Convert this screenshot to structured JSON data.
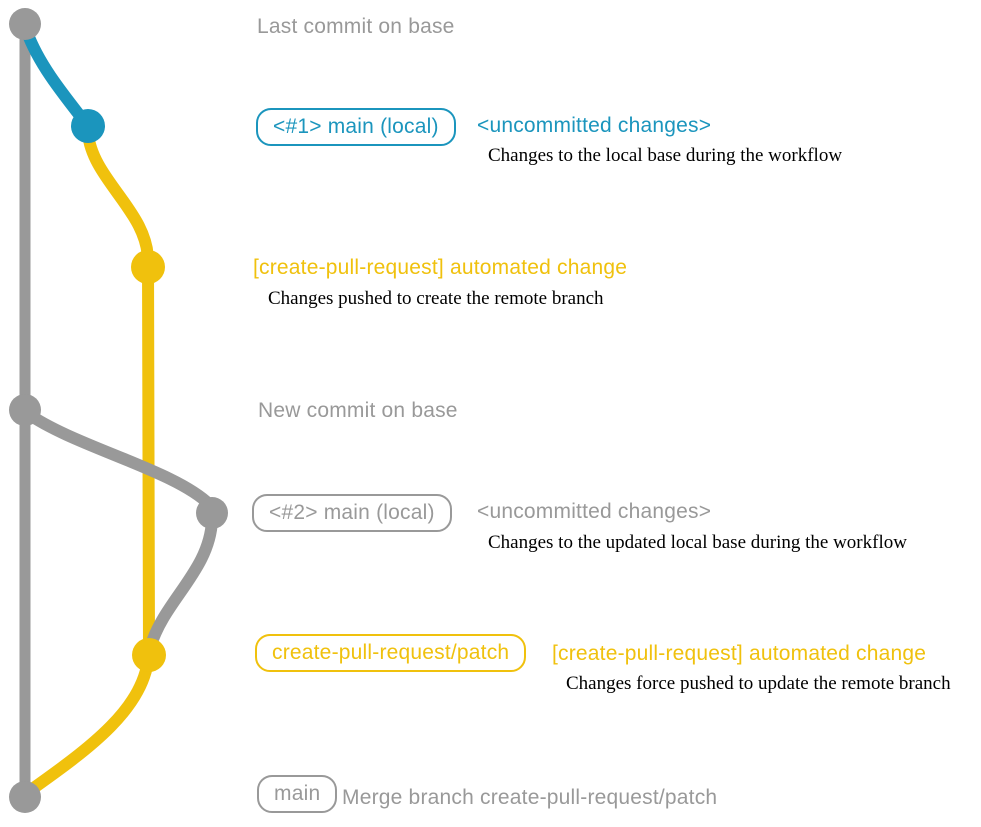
{
  "colors": {
    "base": "#999999",
    "local": "#1b95bd",
    "remote": "#f0c10d",
    "note_text": "#000000"
  },
  "rows": [
    {
      "message": "Last commit on base"
    },
    {
      "pill": "<#1> main (local)",
      "message": "<uncommitted changes>",
      "note": "Changes to the local base during the workflow"
    },
    {
      "message": "[create-pull-request] automated change",
      "note": "Changes pushed to create the remote branch"
    },
    {
      "message": "New commit on base"
    },
    {
      "pill": "<#2> main (local)",
      "message": "<uncommitted changes>",
      "note": "Changes to the updated local base during the workflow"
    },
    {
      "pill": "create-pull-request/patch",
      "message": "[create-pull-request] automated change",
      "note": "Changes force pushed to update the remote branch"
    },
    {
      "pill": "main",
      "message": "Merge branch create-pull-request/patch"
    }
  ]
}
